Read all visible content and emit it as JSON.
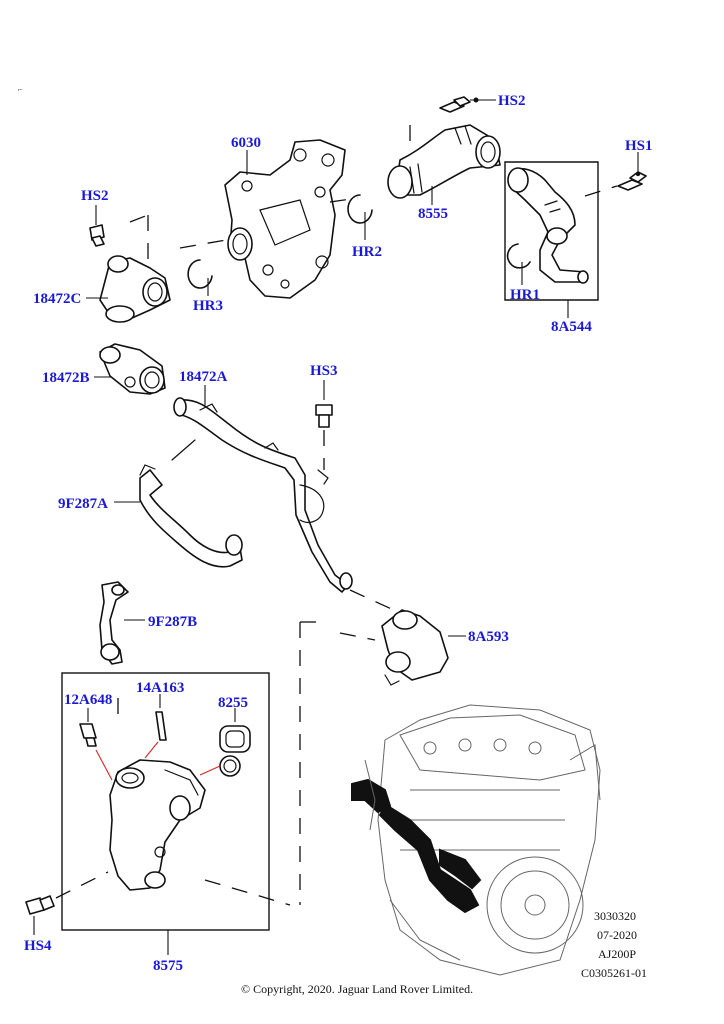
{
  "labels": {
    "hs2_top": "HS2",
    "hs1": "HS1",
    "l6030": "6030",
    "l8555": "8555",
    "hs2_left": "HS2",
    "hr2": "HR2",
    "hr1": "HR1",
    "hr3": "HR3",
    "l18472c": "18472C",
    "l8a544": "8A544",
    "l18472b": "18472B",
    "l18472a": "18472A",
    "hs3": "HS3",
    "l9f287a": "9F287A",
    "l9f287b": "9F287B",
    "l8a593": "8A593",
    "l12a648": "12A648",
    "l14a163": "14A163",
    "l8255": "8255",
    "hs4": "HS4",
    "l8575": "8575"
  },
  "meta": {
    "code1": "3030320",
    "code2": "07-2020",
    "code3": "AJ200P",
    "code4": "C0305261-01",
    "copyright": "© Copyright, 2020. Jaguar Land Rover Limited."
  },
  "colors": {
    "label": "#1a1ad6",
    "line": "#111111",
    "leader_red": "#dd2222"
  }
}
